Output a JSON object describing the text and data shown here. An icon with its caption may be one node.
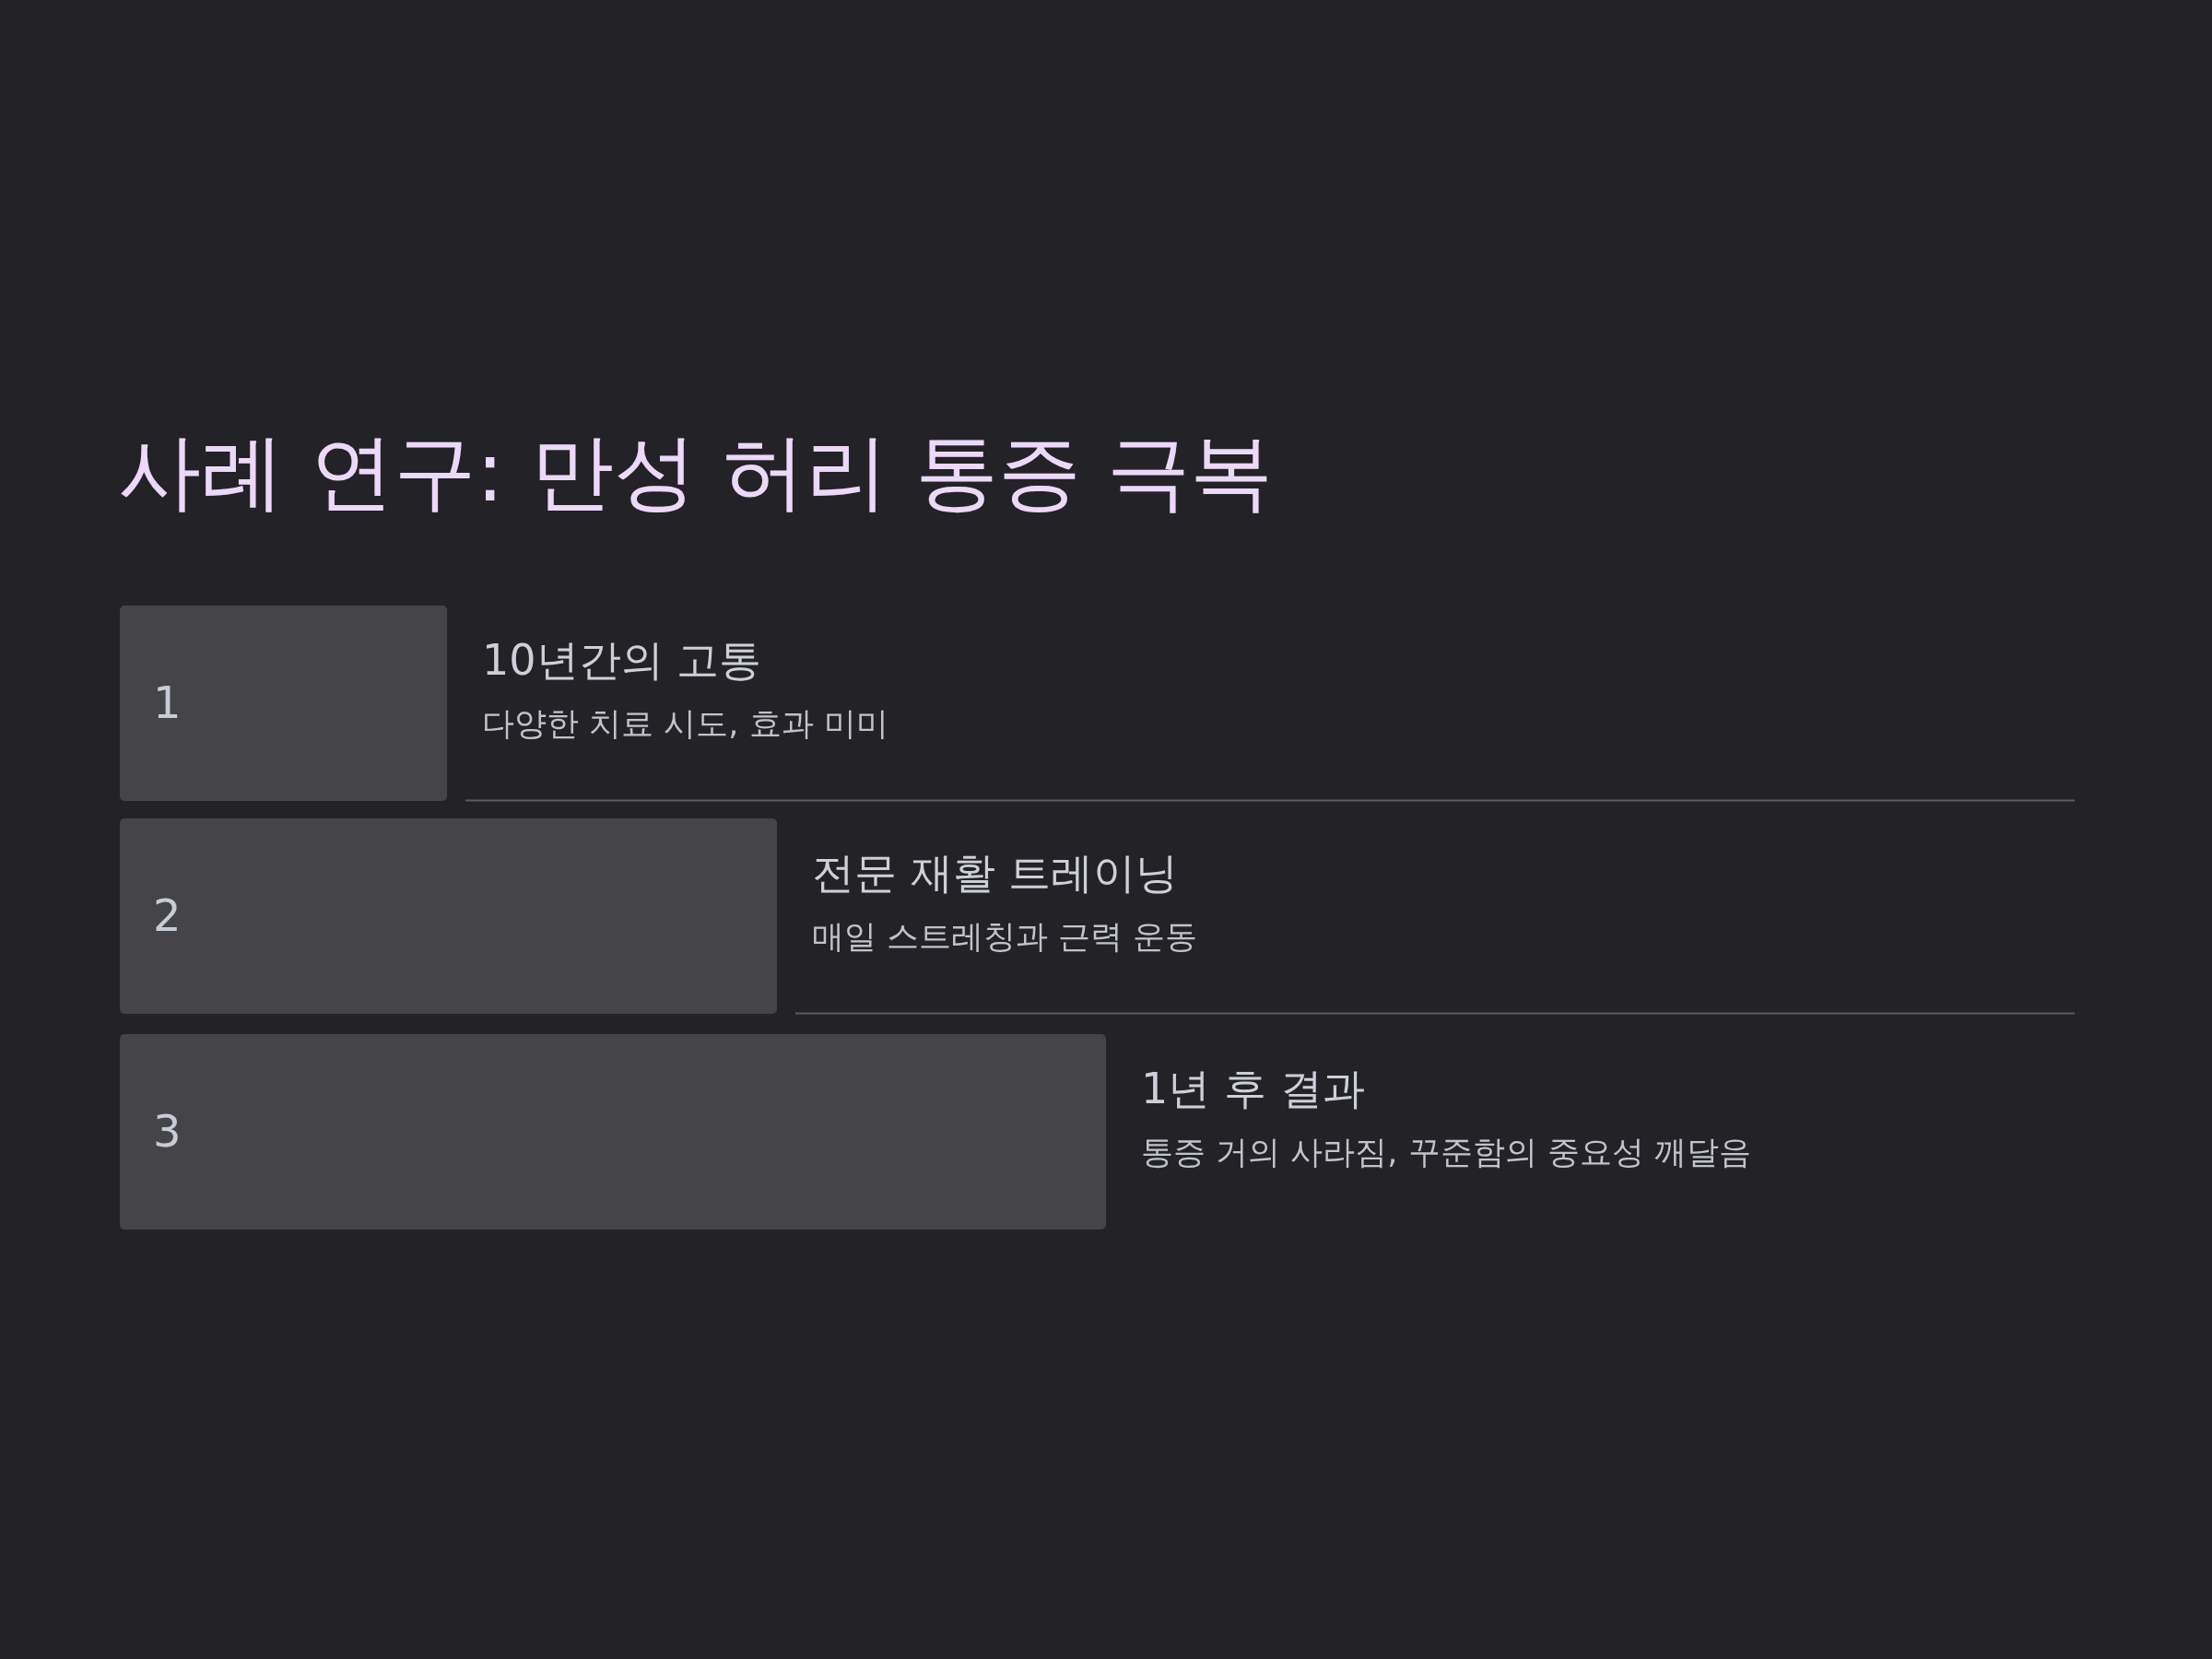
{
  "diagram": {
    "title": "사례 연구: 만성 허리 통증 극복",
    "nodes": [
      {
        "text": [
          "1"
        ],
        "beside": [
          "10년간의 고통",
          "다양한 치료 시도, 효과 미미"
        ]
      },
      {
        "text": [
          "2"
        ],
        "beside": [
          "전문 재활 트레이닝",
          "매일 스트레칭과 근력 운동"
        ]
      },
      {
        "text": [
          "3"
        ],
        "beside": [
          "1년 후 결과",
          "통증 거의 사라짐, 꾸준함의 중요성 깨달음"
        ]
      }
    ],
    "edges": []
  }
}
